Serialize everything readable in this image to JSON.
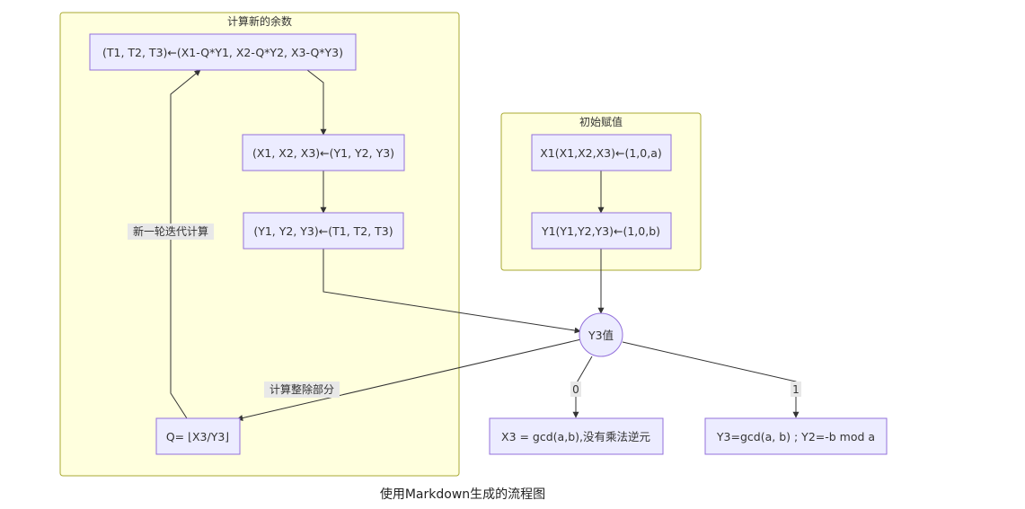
{
  "colors": {
    "cluster_fill": "#ffffde",
    "cluster_stroke": "#aaaa33",
    "node_fill": "#ececff",
    "node_stroke": "#9370db",
    "edge": "#333333",
    "label_bg": "#e8e8e8"
  },
  "clusters": {
    "compute": {
      "title": "计算新的余数"
    },
    "init": {
      "title": "初始赋值"
    }
  },
  "nodes": {
    "t_assign": "(T1, T2, T3)←(X1-Q*Y1, X2-Q*Y2, X3-Q*Y3)",
    "x_assign": "(X1, X2, X3)←(Y1, Y2, Y3)",
    "y_assign": "(Y1, Y2, Y3)←(T1, T2, T3)",
    "q_calc": "Q= ⌊X3/Y3⌋",
    "x1_init": "X1(X1,X2,X3)←(1,0,a)",
    "y1_init": "Y1(Y1,Y2,Y3)←(1,0,b)",
    "y3_decision": "Y3值",
    "result_no_inverse": "X3 = gcd(a,b),没有乘法逆元",
    "result_inverse": "Y3=gcd(a, b) ; Y2=-b mod a"
  },
  "edge_labels": {
    "new_round": "新一轮迭代计算",
    "compute_int": "计算整除部分",
    "zero": "0",
    "one": "1"
  },
  "caption": "使用Markdown生成的流程图"
}
